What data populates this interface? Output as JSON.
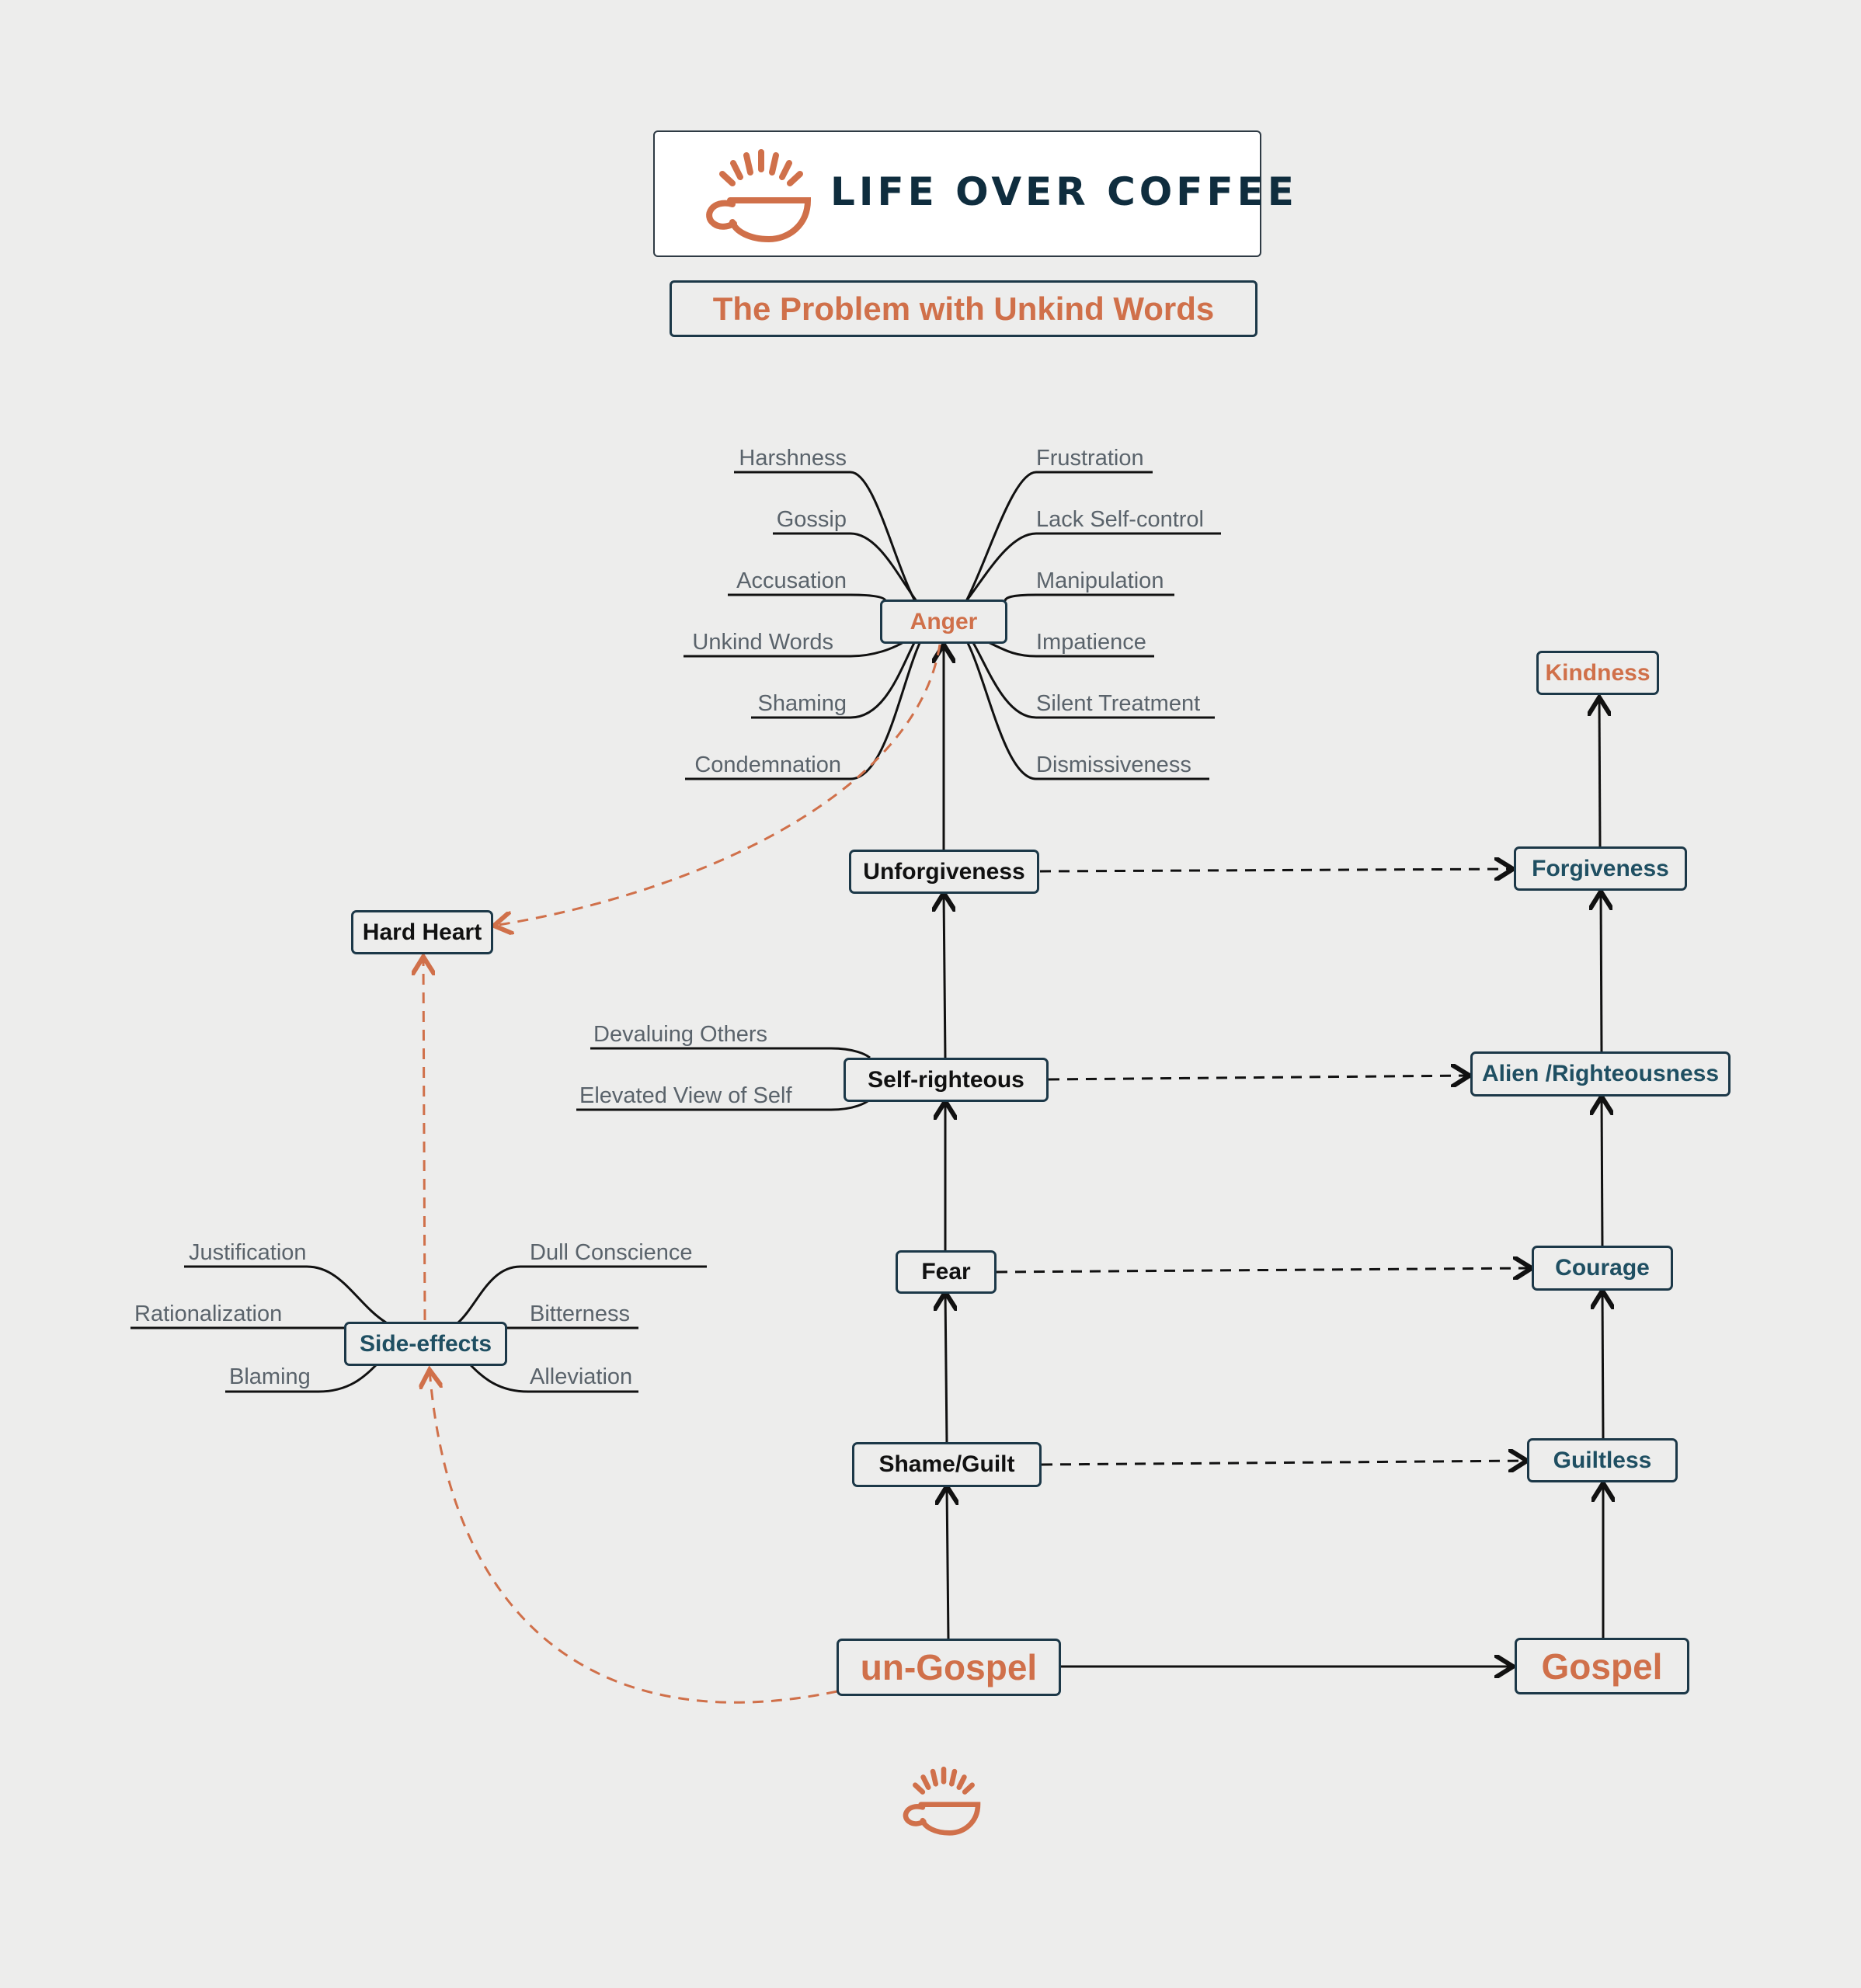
{
  "brand": {
    "name": "LIFE OVER COFFEE",
    "icon": "coffee-cup-sunrise-icon",
    "accent_color": "#d0704a",
    "dark_color": "#0f2d3e"
  },
  "title": "The Problem with Unkind Words",
  "nodes": {
    "anger": "Anger",
    "unforgiveness": "Unforgiveness",
    "self_righteous": "Self-righteous",
    "fear": "Fear",
    "shame_guilt": "Shame/Guilt",
    "un_gospel": "un-Gospel",
    "gospel": "Gospel",
    "guiltless": "Guiltless",
    "courage": "Courage",
    "alien_righteousness": "Alien /Righteousness",
    "forgiveness": "Forgiveness",
    "kindness": "Kindness",
    "hard_heart": "Hard Heart",
    "side_effects": "Side-effects"
  },
  "anger_left": [
    "Harshness",
    "Gossip",
    "Accusation",
    "Unkind Words",
    "Shaming",
    "Condemnation"
  ],
  "anger_right": [
    "Frustration",
    "Lack Self-control",
    "Manipulation",
    "Impatience",
    "Silent Treatment",
    "Dismissiveness"
  ],
  "self_righteous_left": [
    "Devaluing Others",
    "Elevated View of Self"
  ],
  "side_effects_left": [
    "Justification",
    "Rationalization",
    "Blaming"
  ],
  "side_effects_right": [
    "Dull Conscience",
    "Bitterness",
    "Alleviation"
  ]
}
